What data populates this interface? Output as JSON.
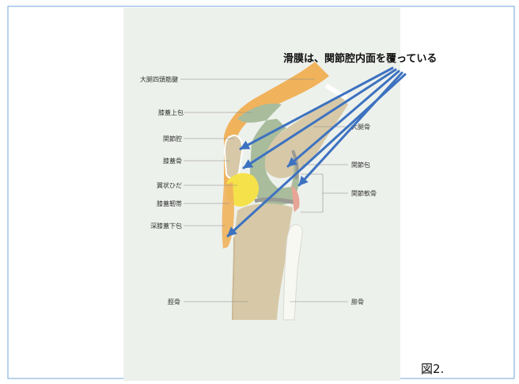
{
  "callout": "滑膜は、関節腔内面を覆っている",
  "figure_number": "図2.",
  "labels": {
    "quadriceps_tendon": "大腿四頭筋腱",
    "suprapatellar_bursa": "膝蓋上包",
    "joint_cavity": "関節腔",
    "patella": "膝蓋骨",
    "alar_fold": "翼状ひだ",
    "patellar_ligament": "膝蓋靭帯",
    "infrapatellar_bursa": "深膝蓋下包",
    "tibia": "脛骨",
    "femur": "大腿骨",
    "joint_capsule": "関節包",
    "articular_cartilage": "関節軟骨",
    "fibula": "腓骨"
  },
  "colors": {
    "panel": "#edf1ec",
    "frame": "#8ab4e0",
    "arrow": "#3d72c0",
    "tendon": "#f0b35c",
    "bone": "#d7c9a8",
    "synovial": "#a9bc9c",
    "fat_pad": "#f5e24a",
    "fibula": "#f8f8f3"
  }
}
